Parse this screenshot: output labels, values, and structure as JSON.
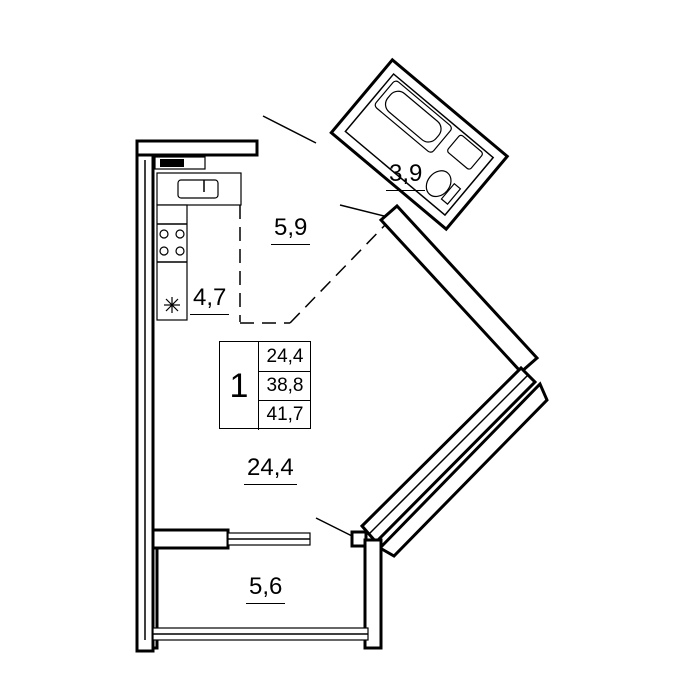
{
  "plan": {
    "rooms_count": "1",
    "summary_areas": [
      "24,4",
      "38,8",
      "41,7"
    ],
    "rooms": {
      "bathroom": "3,9",
      "hallway": "5,9",
      "kitchen": "4,7",
      "living_room": "24,4",
      "balcony": "5,6"
    },
    "icons": {
      "fridge": "snowflake-icon",
      "stove": "stove-icon",
      "sink": "sink-icon",
      "toilet": "toilet-icon",
      "bathtub": "bathtub-icon"
    },
    "colors": {
      "line": "#000000",
      "background": "#ffffff"
    }
  }
}
